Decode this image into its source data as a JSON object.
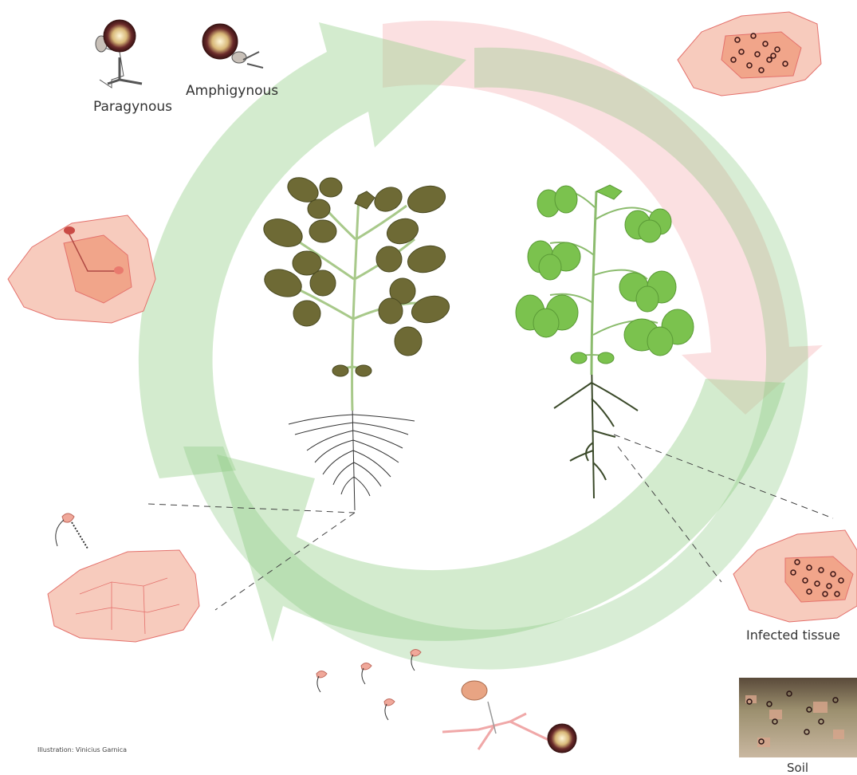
{
  "labels": {
    "paragynous": "Paragynous",
    "amphigynous": "Amphigynous",
    "infected_tissue": "Infected tissue",
    "soil": "Soil",
    "credit": "Illustration: Vinicius Garnica"
  },
  "colors": {
    "green_arrow": "#8fcf87",
    "pink_arrow": "#f3a7aa",
    "healthy_leaf": "#6e6a35",
    "diseased_leaf": "#7bc24e",
    "tissue_fill": "#f7cbbd",
    "tissue_edge": "#e4716c",
    "oospore_dark": "#4a1c1c"
  }
}
